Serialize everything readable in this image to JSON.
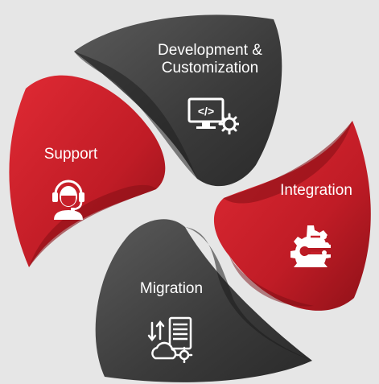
{
  "petals": [
    {
      "key": "dev",
      "label": "Development & Customization",
      "label_lines": [
        "Development &",
        "Customization"
      ],
      "icon": "code-monitor-gear-icon",
      "color": "#3e3e3e"
    },
    {
      "key": "integration",
      "label": "Integration",
      "label_lines": [
        "Integration"
      ],
      "icon": "gear-circuit-icon",
      "color": "#c8202a"
    },
    {
      "key": "migration",
      "label": "Migration",
      "label_lines": [
        "Migration"
      ],
      "icon": "cloud-server-transfer-icon",
      "color": "#3e3e3e"
    },
    {
      "key": "support",
      "label": "Support",
      "label_lines": [
        "Support"
      ],
      "icon": "headset-agent-icon",
      "color": "#c8202a"
    }
  ],
  "colors": {
    "background": "#e6e6e6",
    "dark": "#3e3e3e",
    "red": "#c8202a",
    "text": "#ffffff"
  }
}
